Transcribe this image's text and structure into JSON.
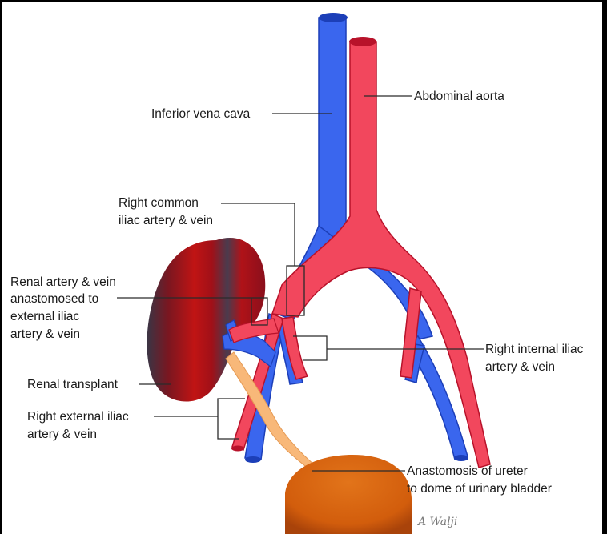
{
  "labels": {
    "ivc": "Inferior vena cava",
    "aorta": "Abdominal aorta",
    "common_iliac": [
      "Right common",
      "iliac artery & vein"
    ],
    "renal_anastomosis": [
      "Renal artery & vein",
      "anastomosed to",
      "external iliac",
      "artery & vein"
    ],
    "renal_transplant": "Renal transplant",
    "external_iliac": [
      "Right external iliac",
      "artery & vein"
    ],
    "internal_iliac": [
      "Right internal iliac",
      "artery & vein"
    ],
    "ureter": [
      "Anastomosis of ureter",
      "to dome of urinary bladder"
    ]
  },
  "signature": "A Walji",
  "colors": {
    "artery": "#f2475d",
    "artery_dark": "#b8122a",
    "vein": "#3a66ee",
    "vein_dark": "#1c3fb8",
    "ureter": "#f8b879",
    "bladder": "#d4610f",
    "kidney_red": "#b51212",
    "kidney_dark": "#3a3545"
  }
}
